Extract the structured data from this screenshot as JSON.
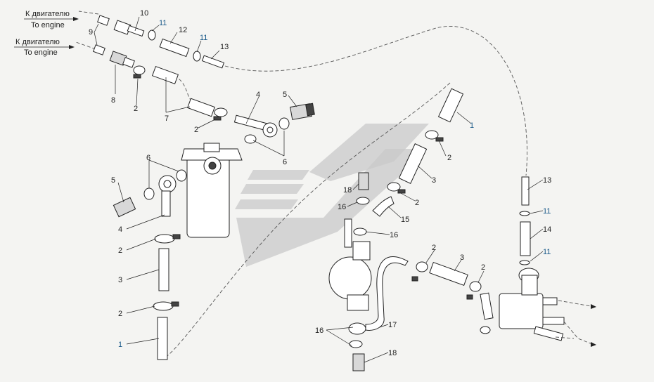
{
  "engine_labels": [
    {
      "ru": "К двигателю",
      "en": "To engine"
    },
    {
      "ru": "К двигателю",
      "en": "To engine"
    }
  ],
  "callouts": [
    "10",
    "11",
    "12",
    "11",
    "13",
    "9",
    "8",
    "2",
    "7",
    "2",
    "4",
    "5",
    "6",
    "1",
    "2",
    "3",
    "18",
    "16",
    "15",
    "16",
    "2",
    "6",
    "5",
    "4",
    "2",
    "3",
    "2",
    "1",
    "2",
    "3",
    "2",
    "16",
    "17",
    "18",
    "13",
    "11",
    "14",
    "11"
  ]
}
